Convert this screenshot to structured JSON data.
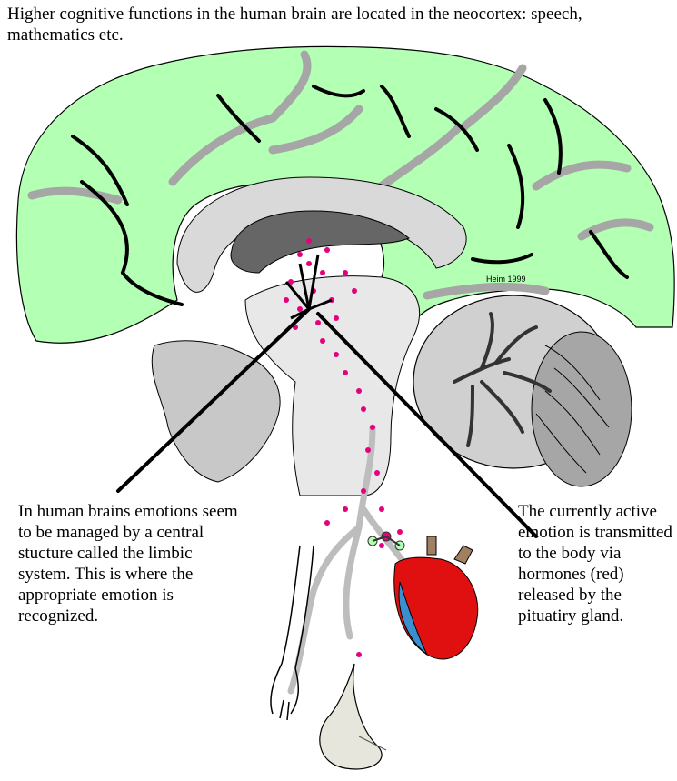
{
  "captions": {
    "top": "Higher cognitive functions in the human brain are located in the neocortex: speech, mathematics etc.",
    "left": "In human brains emotions seem to be managed by a central stucture called the limbic system. This is where the appropriate emotion is recognized.",
    "right": "The currently active emotion is transmitted to the body via hormones (red) released by the pituatiry gland."
  },
  "signature": "Heim 1999",
  "colors": {
    "neocortex": "#b3ffb3",
    "sulcus_gray": "#a6a6a6",
    "limbic": "#d9d9d9",
    "ventricle": "#666666",
    "hormone": "#e6007e",
    "vein": "#3a8fd0",
    "artery": "#e01010"
  }
}
